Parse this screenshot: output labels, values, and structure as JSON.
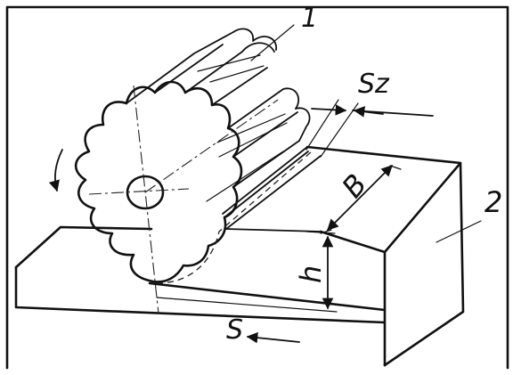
{
  "labels": {
    "cutter": "1",
    "workpiece": "2",
    "feed_per_tooth": "Sz",
    "width": "B",
    "depth": "h",
    "feed": "S"
  }
}
